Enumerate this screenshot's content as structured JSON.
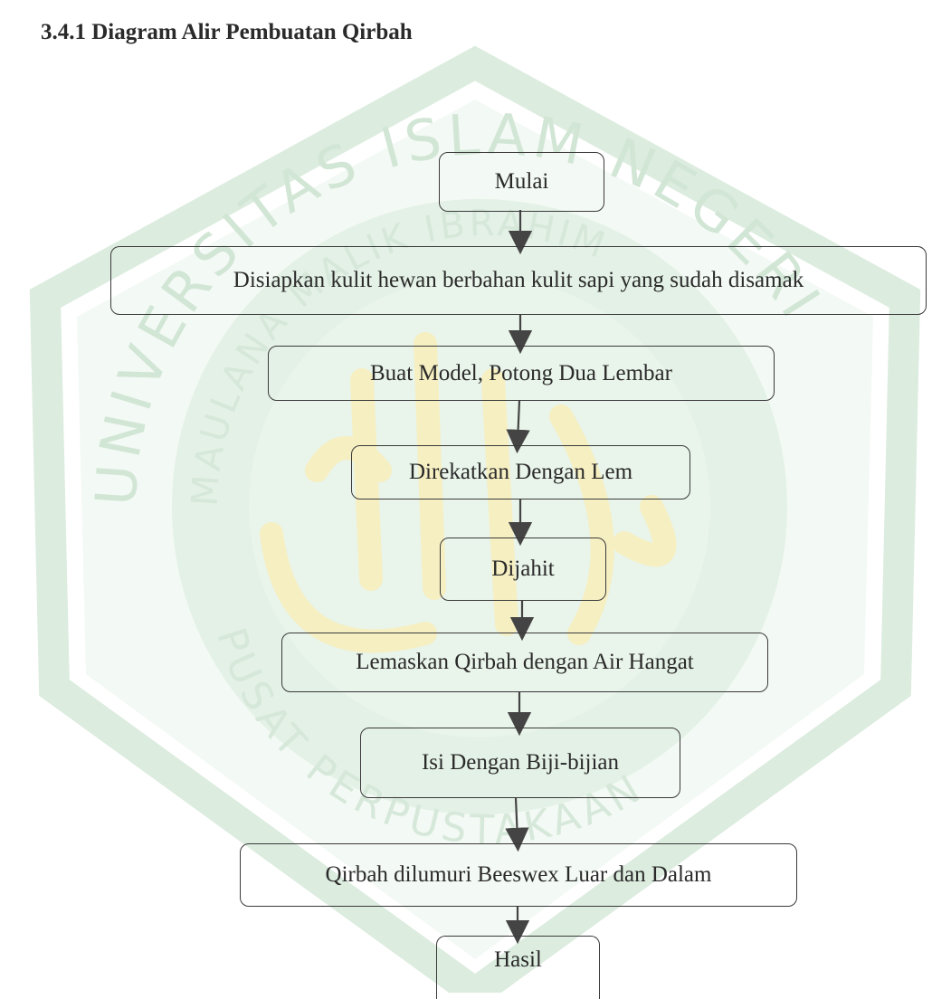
{
  "section_heading": "3.4.1 Diagram Alir Pembuatan Qirbah",
  "colors": {
    "watermark_green": "#dcecdf",
    "watermark_yellow": "#fbf1b9",
    "border": "#3a3a3a",
    "text": "#2a2a2a"
  },
  "watermark": {
    "ring_text": "UNIVERSITAS ISLAM NEGERI",
    "inner_text_top": "MAULANA MALIK IBRAHIM",
    "inner_text_bottom": "PUSAT PERPUSTAKAAN",
    "description_icon": "university-emblem-watermark"
  },
  "flowchart": {
    "steps": [
      {
        "id": "mulai",
        "label": "Mulai"
      },
      {
        "id": "siapkan",
        "label": "Disiapkan kulit hewan berbahan kulit sapi yang sudah disamak"
      },
      {
        "id": "model",
        "label": "Buat Model, Potong Dua Lembar"
      },
      {
        "id": "rekat",
        "label": "Direkatkan Dengan Lem"
      },
      {
        "id": "jahit",
        "label": "Dijahit"
      },
      {
        "id": "lemaskan",
        "label": "Lemaskan Qirbah dengan Air Hangat"
      },
      {
        "id": "isi",
        "label": "Isi Dengan Biji-bijian"
      },
      {
        "id": "lumuri",
        "label": "Qirbah dilumuri Beeswex Luar dan Dalam"
      },
      {
        "id": "hasil",
        "label": "Hasil"
      }
    ]
  }
}
